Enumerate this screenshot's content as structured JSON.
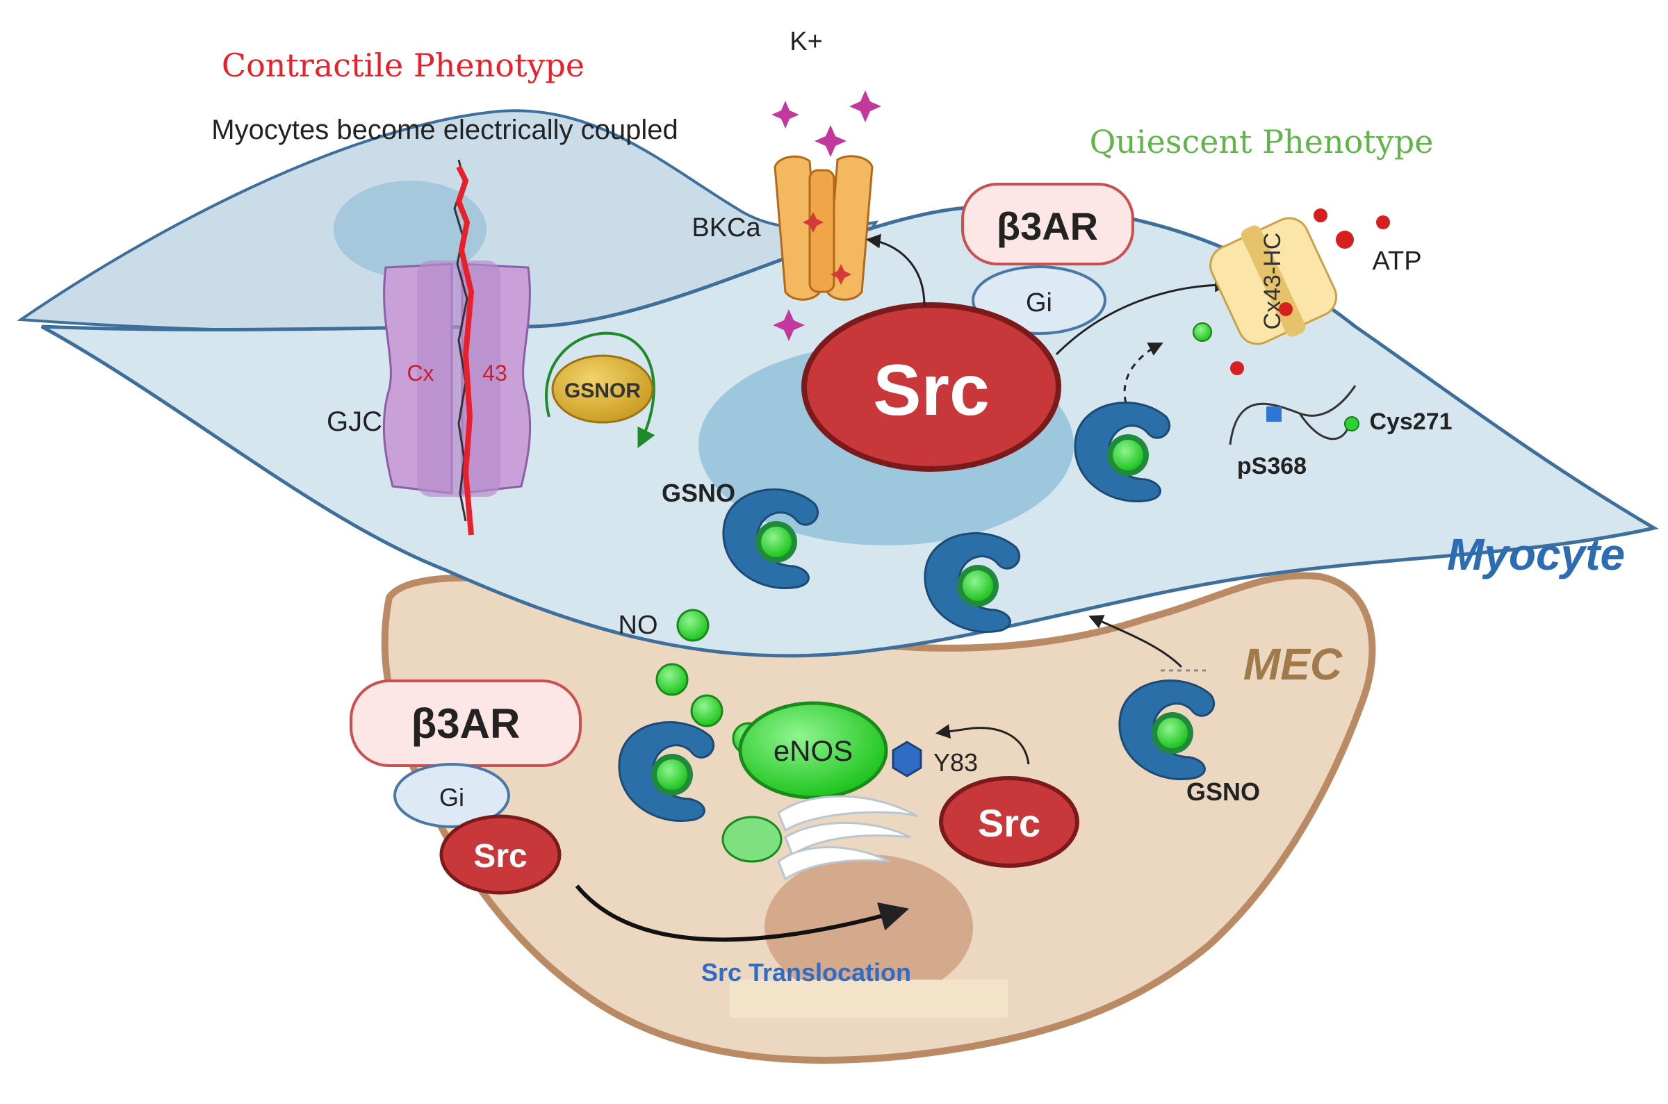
{
  "titles": {
    "contractile": "Contractile Phenotype",
    "quiescent": "Quiescent Phenotype",
    "coupling": "Myocytes become  electrically coupled"
  },
  "labels": {
    "k_plus": "K+",
    "bkca": "BKCa",
    "atp": "ATP",
    "cx43hc": "Cx43-HC",
    "cys271": "Cys271",
    "ps368": "pS368",
    "gjc": "GJC",
    "cx": "Cx",
    "n43": "43",
    "gsnor": "GSNOR",
    "gsno_myocyte": "GSNO",
    "gsno_mec": "GSNO",
    "myocyte": "Myocyte",
    "mec": "MEC",
    "no": "NO",
    "enos": "eNOS",
    "y83": "Y83",
    "src_translocation": "Src Translocation"
  },
  "nodes": {
    "b3ar_top": "β3AR",
    "gi_top": "Gi",
    "src_top": "Src",
    "b3ar_mec": "β3AR",
    "gi_mec": "Gi",
    "src_mec": "Src",
    "src_enos": "Src"
  },
  "colors": {
    "contractile": "#e8202a",
    "quiescent": "#5fb548",
    "myocyte": "#2b6cb3",
    "mec": "#a07a4a",
    "src": "#c8373a",
    "no_green": "#2fd32f",
    "myocyte_fill": "#d5e6ef",
    "mec_fill": "#ecd7c0"
  },
  "icons": [
    "k-plus-ion-icon",
    "gsno-complex-icon",
    "phospho-hexagon-icon",
    "golgi-icon"
  ]
}
